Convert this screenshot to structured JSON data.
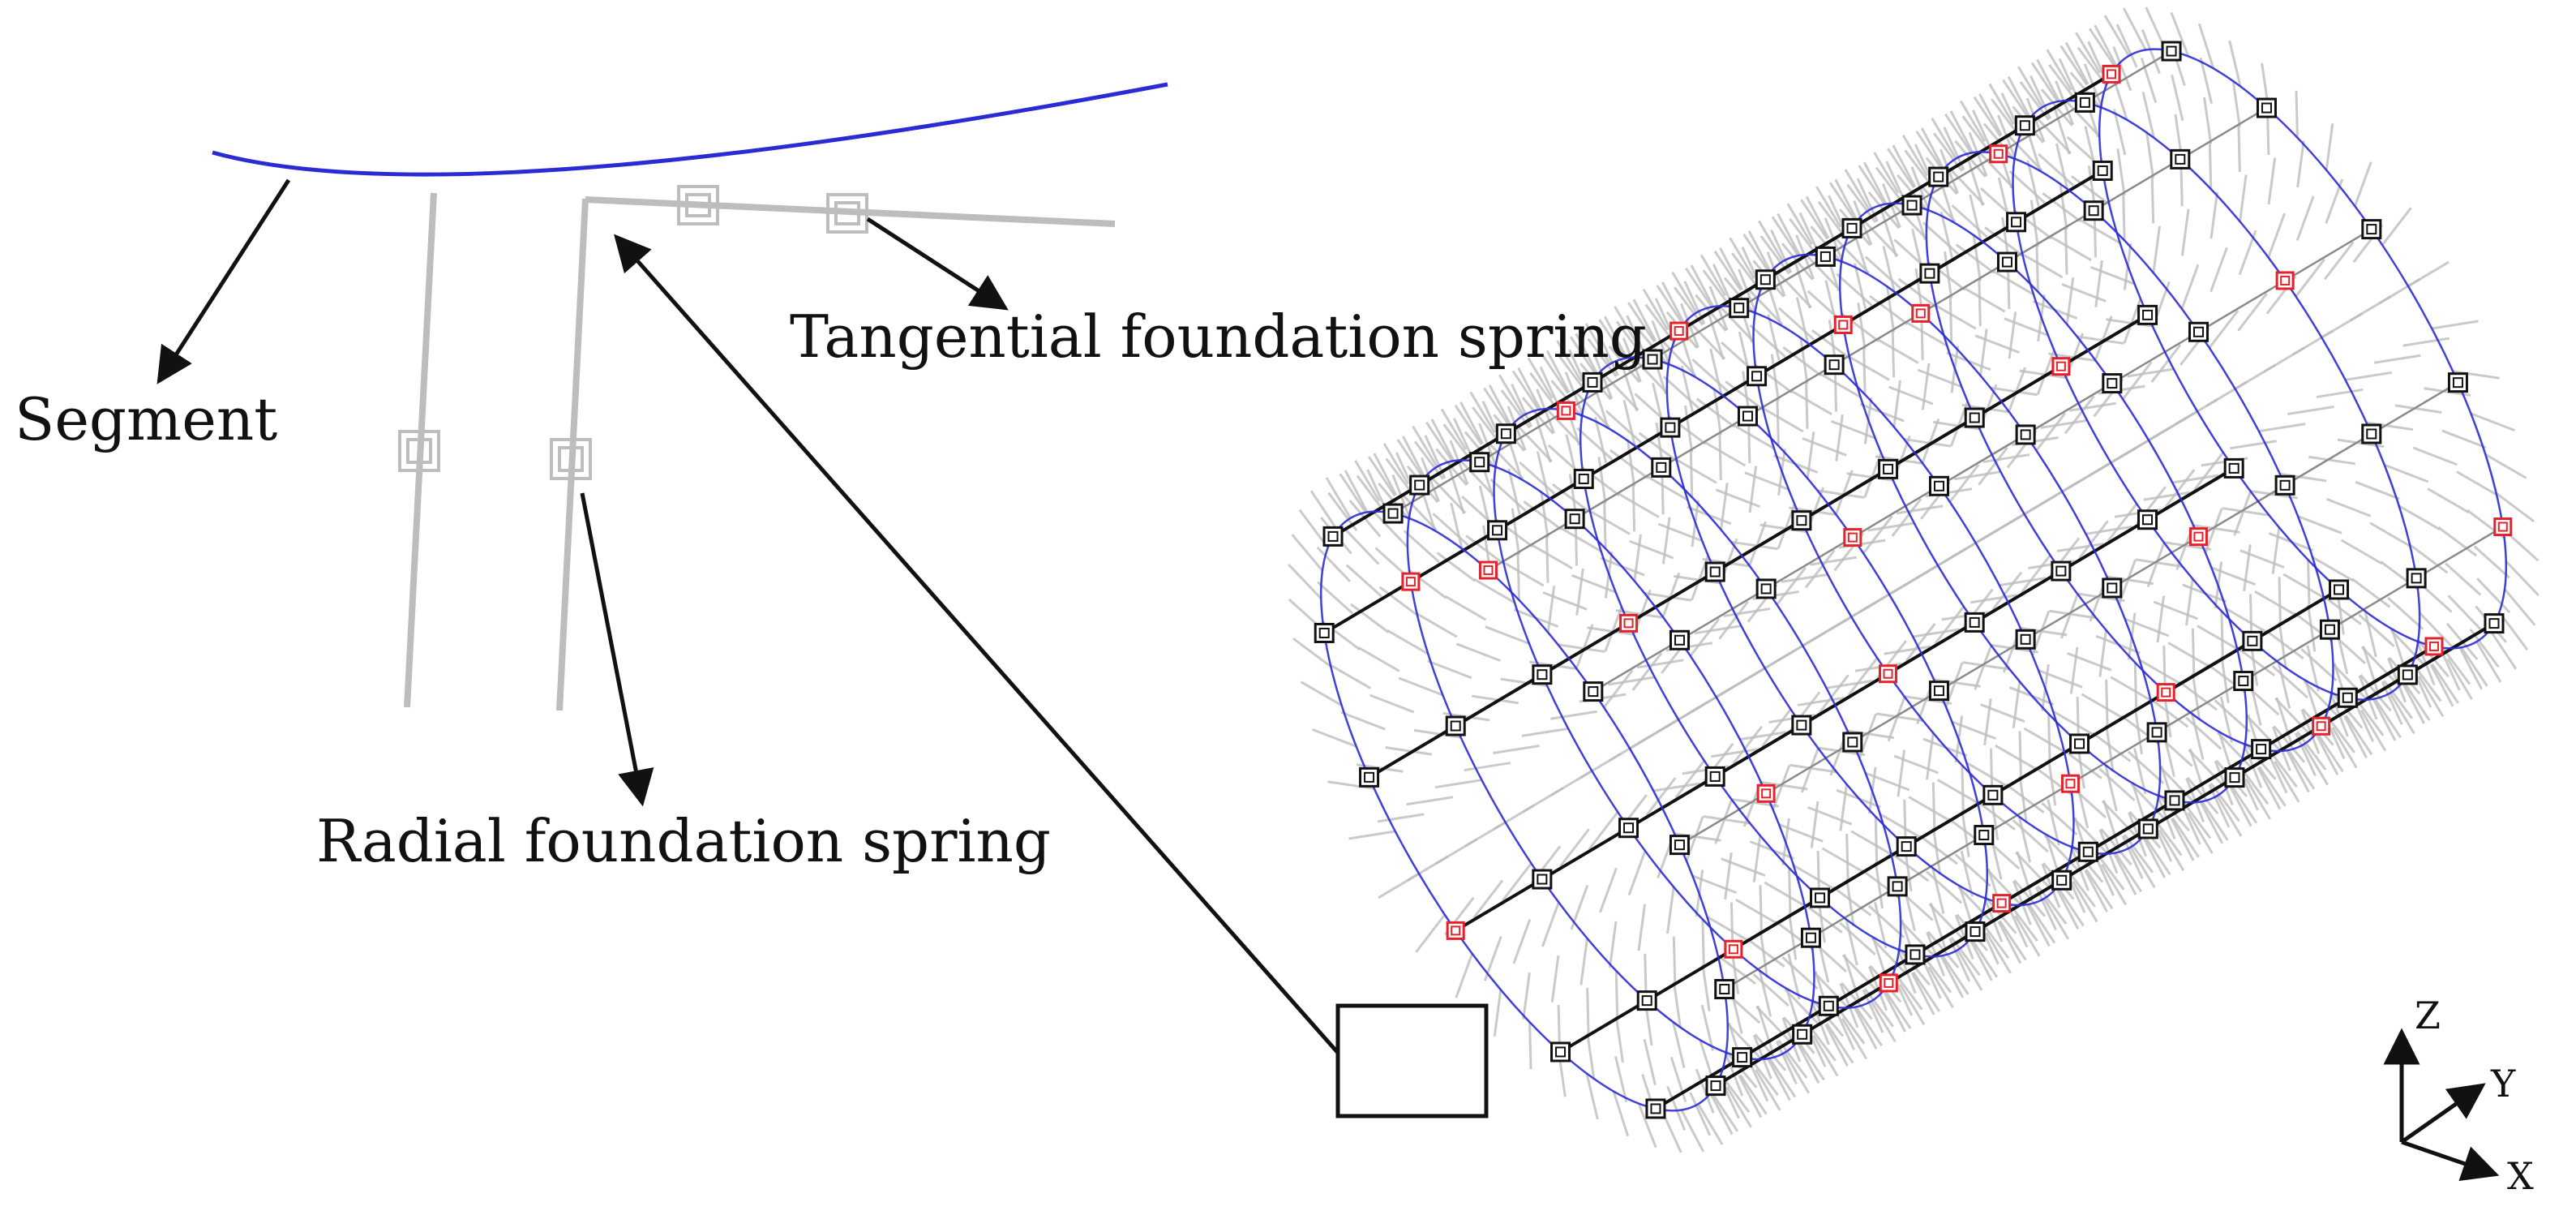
{
  "labels": {
    "segment": "Segment",
    "tangential_spring": "Tangential foundation spring",
    "radial_spring": "Radial foundation spring"
  },
  "axes": {
    "z": "Z",
    "y": "Y",
    "x": "X"
  },
  "colors": {
    "segment": "#2b2bd6",
    "spring": "#bdbdbd",
    "black_node": "#111111",
    "red_node": "#e8202a",
    "arrow": "#111111"
  }
}
